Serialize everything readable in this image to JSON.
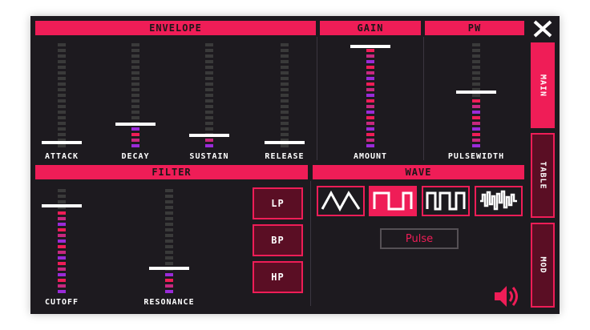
{
  "envelope": {
    "title": "ENVELOPE",
    "sliders": [
      {
        "label": "ATTACK",
        "value": 0.0
      },
      {
        "label": "DECAY",
        "value": 0.18
      },
      {
        "label": "SUSTAIN",
        "value": 0.07
      },
      {
        "label": "RELEASE",
        "value": 0.0
      }
    ]
  },
  "gain": {
    "title": "GAIN",
    "slider": {
      "label": "AMOUNT",
      "value": 1.0
    }
  },
  "pw": {
    "title": "PW",
    "slider": {
      "label": "PULSEWIDTH",
      "value": 0.5
    }
  },
  "filter": {
    "title": "FILTER",
    "sliders": [
      {
        "label": "CUTOFF",
        "value": 0.82
      },
      {
        "label": "RESONANCE",
        "value": 0.2
      }
    ],
    "buttons": [
      "LP",
      "BP",
      "HP"
    ]
  },
  "wave": {
    "title": "WAVE",
    "options": [
      {
        "icon": "triangle-wave-icon"
      },
      {
        "icon": "square-wave-icon"
      },
      {
        "icon": "pulse-wave-icon"
      },
      {
        "icon": "noise-wave-icon"
      }
    ],
    "selected_index": 1,
    "selected_label": "Pulse"
  },
  "tabs": [
    {
      "label": "MAIN",
      "active": true
    },
    {
      "label": "TABLE",
      "active": false
    },
    {
      "label": "MOD",
      "active": false
    }
  ],
  "icons": {
    "close": "close-icon",
    "speaker": "speaker-icon"
  },
  "colors": {
    "accent": "#ef1d57",
    "purple": "#9a2bd8",
    "dark": "#1d1a1f",
    "track": "#3a3a3a",
    "button_bg": "#5a0e24"
  }
}
